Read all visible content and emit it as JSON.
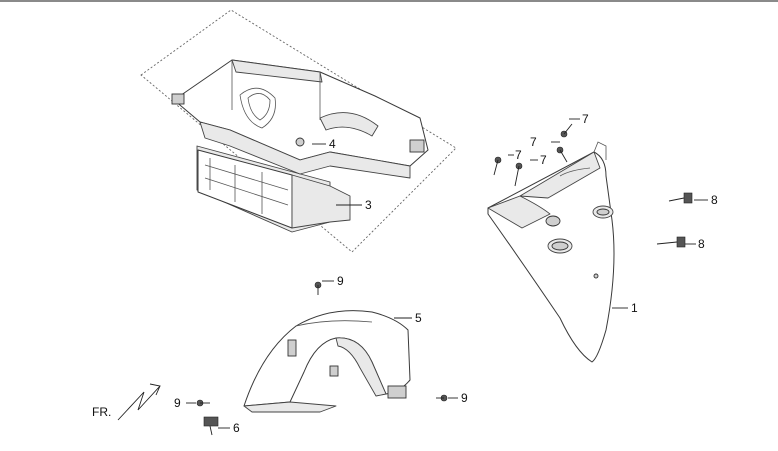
{
  "callouts": [
    {
      "label": "1"
    },
    {
      "label": "3"
    },
    {
      "label": "4"
    },
    {
      "label": "5"
    },
    {
      "label": "6"
    },
    {
      "label": "7"
    },
    {
      "label": "7"
    },
    {
      "label": "7"
    },
    {
      "label": "7"
    },
    {
      "label": "8"
    },
    {
      "label": "8"
    },
    {
      "label": "9"
    },
    {
      "label": "9"
    },
    {
      "label": "9"
    }
  ],
  "front_marker": {
    "label": "FR."
  },
  "colors": {
    "line": "#3a3a3a",
    "shade": "#e9e9e9",
    "background": "#ffffff"
  }
}
